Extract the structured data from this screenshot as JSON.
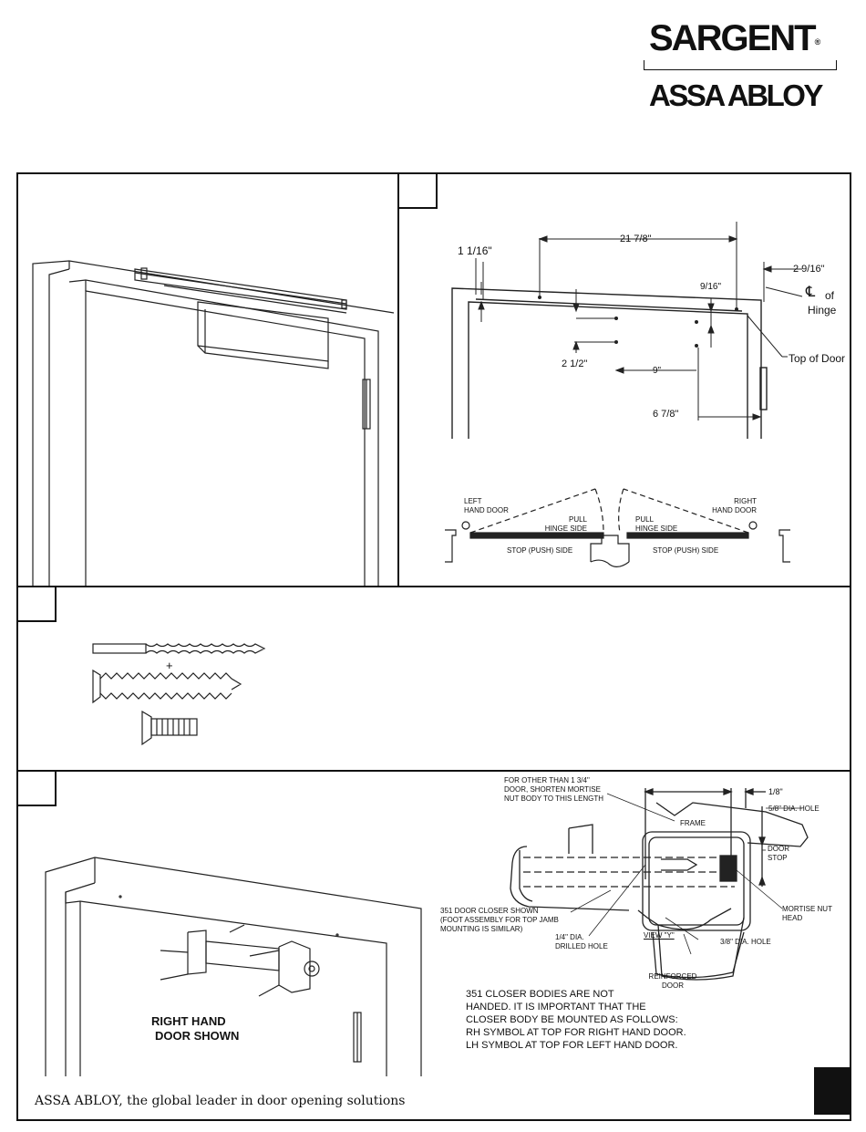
{
  "logo": {
    "brand": "SARGENT",
    "registered": "®",
    "parent": "ASSA ABLOY"
  },
  "template": {
    "dim_1_1_16": "1 1/16\"",
    "dim_21_7_8": "21 7/8\"",
    "dim_2_9_16": "2 9/16\"",
    "dim_9_16": "9/16\"",
    "hinge_cl_symbol": "℄",
    "hinge_of": "of",
    "hinge_label": "Hinge",
    "top_of_door": "Top of Door",
    "dim_2_1_2": "2 1/2\"",
    "dim_9": "9\"",
    "dim_6_7_8": "6 7/8\""
  },
  "handing": {
    "left_hand_door_line1": "LEFT",
    "left_hand_door_line2": "HAND DOOR",
    "right_hand_door_line1": "RIGHT",
    "right_hand_door_line2": "HAND DOOR",
    "pull_hinge_side_line1": "PULL",
    "pull_hinge_side_line2": "HINGE SIDE",
    "stop_push_side": "STOP (PUSH) SIDE"
  },
  "fasteners": {
    "plus": "+"
  },
  "install": {
    "right_hand_line1": "RIGHT HAND",
    "right_hand_line2": "DOOR SHOWN"
  },
  "section": {
    "for_other_line1": "FOR OTHER THAN 1 3/4\"",
    "for_other_line2": "DOOR, SHORTEN MORTISE",
    "for_other_line3": "NUT BODY TO THIS LENGTH",
    "dim_1_8": "1/8\"",
    "hole_5_8": "5/8\" DIA. HOLE",
    "frame": "FRAME",
    "door_stop_line1": "DOOR",
    "door_stop_line2": "STOP",
    "closer_shown_line1": "351 DOOR CLOSER SHOWN",
    "closer_shown_line2": "(FOOT ASSEMBLY FOR TOP JAMB",
    "closer_shown_line3": "MOUNTING IS SIMILAR)",
    "mortise_nut_line1": "MORTISE NUT",
    "mortise_nut_line2": "HEAD",
    "drilled_line1": "1/4\" DIA.",
    "drilled_line2": "DRILLED HOLE",
    "view_y": "VIEW \"Y\"",
    "hole_3_8": "3/8\" DIA. HOLE",
    "reinforced_line1": "REINFORCED",
    "reinforced_line2": "DOOR"
  },
  "notice": {
    "line1": "351 CLOSER BODIES ARE NOT",
    "line2": "HANDED. IT IS IMPORTANT THAT THE",
    "line3": "CLOSER BODY BE MOUNTED AS FOLLOWS:",
    "line4": "RH SYMBOL AT TOP FOR RIGHT HAND DOOR.",
    "line5": "LH SYMBOL AT TOP FOR LEFT HAND DOOR."
  },
  "footer": {
    "tagline": "ASSA ABLOY, the global leader in door opening solutions"
  }
}
